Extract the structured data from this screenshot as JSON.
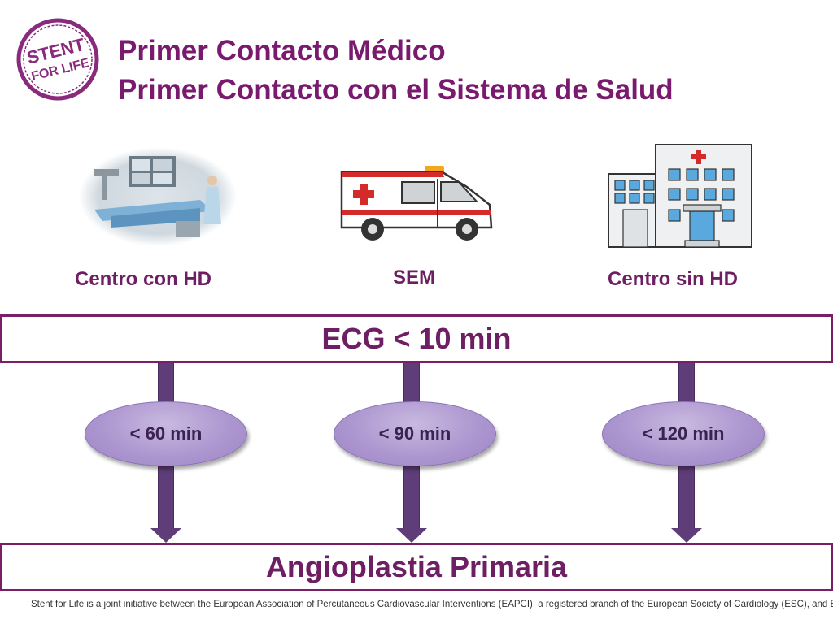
{
  "logo": {
    "line1": "STENT",
    "line2": "FOR LIFE"
  },
  "title": {
    "line1": "Primer Contacto Médico",
    "line2": "Primer Contacto con el Sistema de Salud"
  },
  "centers": [
    {
      "label": "Centro con HD",
      "time": "< 60 min"
    },
    {
      "label": "SEM",
      "time": "< 90 min"
    },
    {
      "label": "Centro sin HD",
      "time": "< 120 min"
    }
  ],
  "ecg_box": "ECG < 10 min",
  "result_box": "Angioplastia Primaria",
  "footer": "Stent for Life is a joint initiative between the European Association of Percutaneous Cardiovascular Interventions (EAPCI), a registered branch of the European Society of Cardiology (ESC), and EuroPCR",
  "colors": {
    "title": "#7a1a6e",
    "border": "#7b1e68",
    "arrow": "#5e3d78",
    "pill": "#ad97d0",
    "red_cross": "#d4202a"
  }
}
